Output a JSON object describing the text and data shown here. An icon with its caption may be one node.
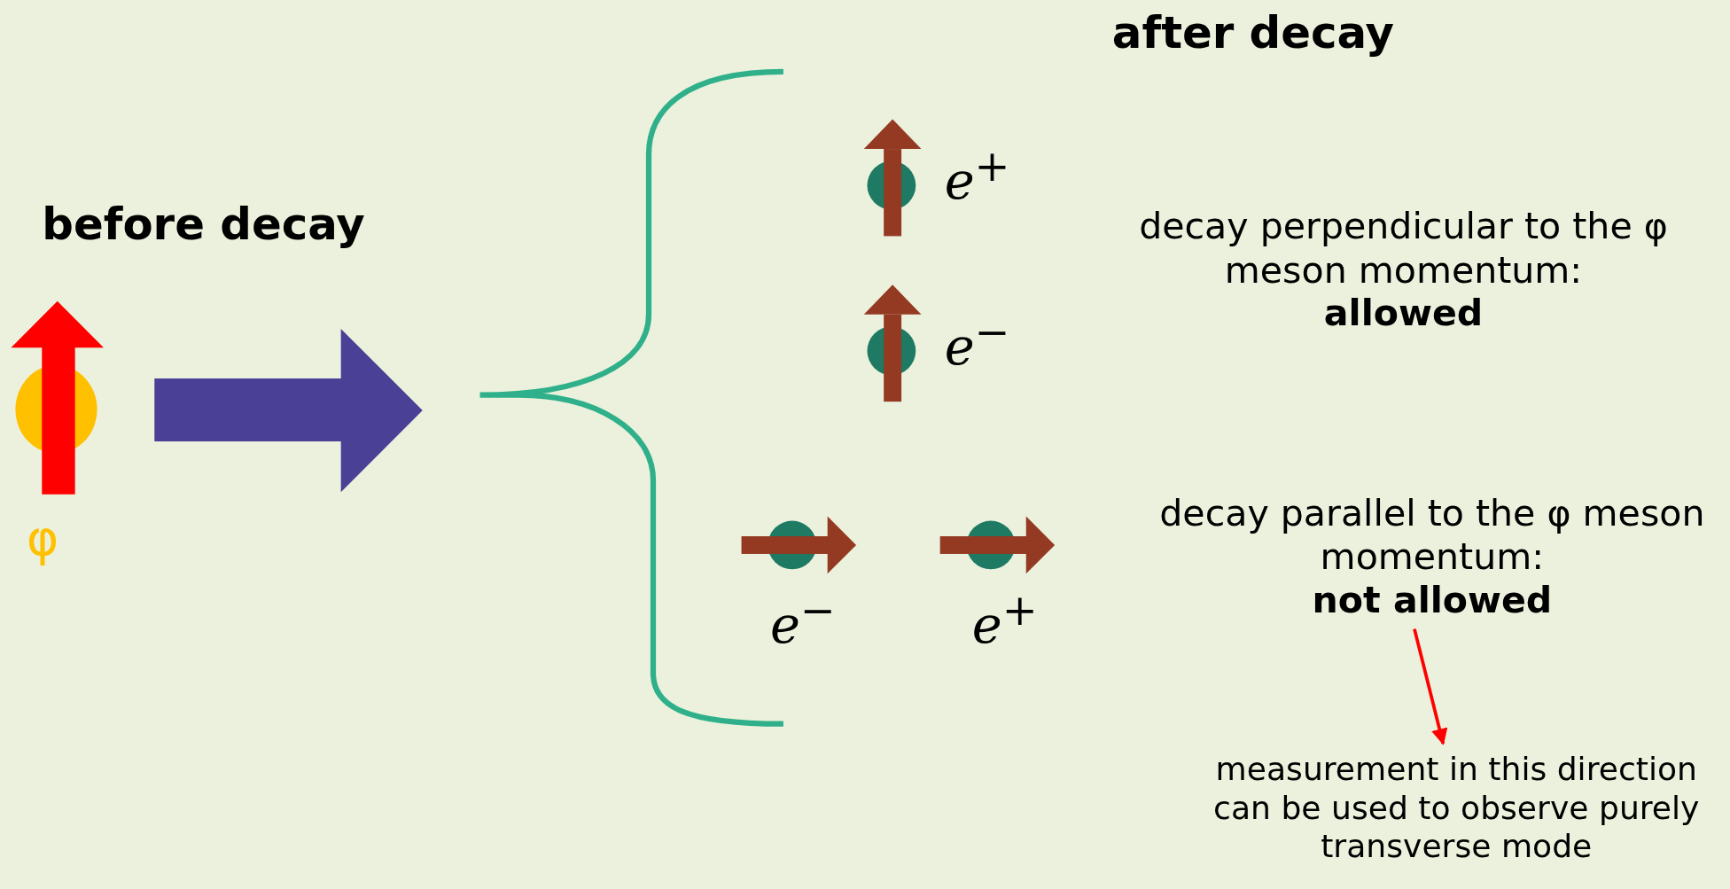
{
  "diagram": {
    "nodes": [
      {
        "text": [
          "decay perpendicular to the φ meson momentum:",
          "allowed"
        ]
      },
      {
        "text": [
          "decay parallel to the φ meson momentum:",
          "not allowed"
        ]
      },
      {
        "text": [
          "measurement in this direction can be used to observe purely transverse mode"
        ]
      }
    ],
    "edges": [
      {
        "from": 1,
        "to": 2,
        "arrow": "to",
        "color": "#ff0000"
      }
    ],
    "labels": [
      "after decay",
      "*e*$^{+}$",
      "before decay",
      "*e*$^{−}$",
      "φ",
      "*e*$^{−}$",
      "*e*$^{+}$"
    ]
  }
}
